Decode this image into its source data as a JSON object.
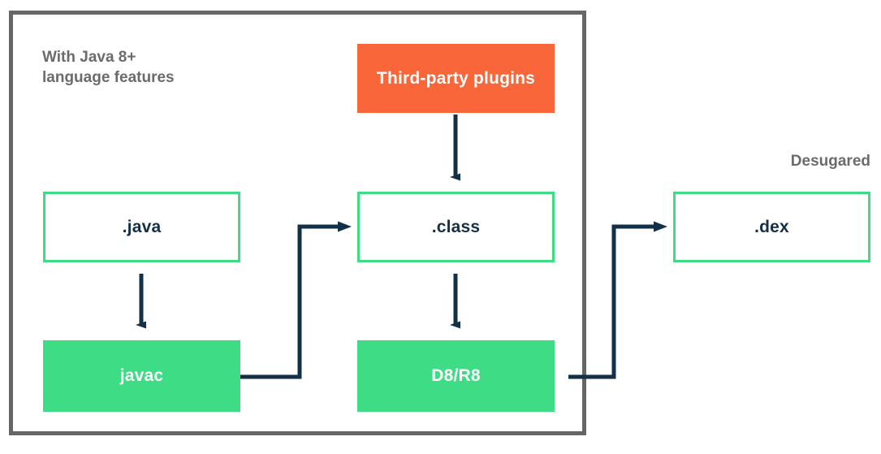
{
  "diagram": {
    "title_caption": "With Java 8+\nlanguage features",
    "side_caption": "Desugared",
    "colors": {
      "green": "#3EDC85",
      "orange": "#F86639",
      "navy": "#123047",
      "gray_frame": "#666666",
      "gray_text": "#6B6B6B",
      "white": "#FFFFFF"
    },
    "container": {
      "name": "java-8-language-features-group",
      "border_color": "#666666"
    },
    "nodes": [
      {
        "id": "java",
        "label": ".java",
        "style": "outline-green"
      },
      {
        "id": "javac",
        "label": "javac",
        "style": "filled-green"
      },
      {
        "id": "class",
        "label": ".class",
        "style": "outline-green"
      },
      {
        "id": "d8r8",
        "label": "D8/R8",
        "style": "filled-green"
      },
      {
        "id": "plugins",
        "label": "Third-party plugins",
        "style": "filled-orange"
      },
      {
        "id": "dex",
        "label": ".dex",
        "style": "outline-green"
      }
    ],
    "edges": [
      {
        "from": "java",
        "to": "javac",
        "kind": "vertical-arrow"
      },
      {
        "from": "plugins",
        "to": "class",
        "kind": "vertical-arrow"
      },
      {
        "from": "class",
        "to": "d8r8",
        "kind": "vertical-arrow"
      },
      {
        "from": "javac",
        "to": "class",
        "kind": "elbow-arrow"
      },
      {
        "from": "d8r8",
        "to": "dex",
        "kind": "elbow-arrow"
      }
    ]
  }
}
